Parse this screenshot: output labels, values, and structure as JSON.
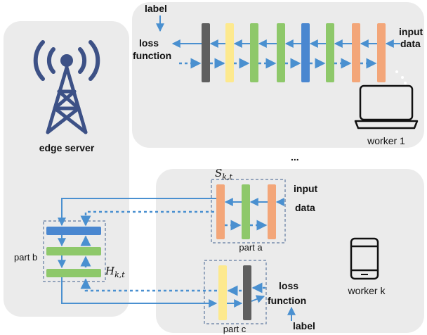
{
  "edge_server": {
    "label": "edge server",
    "part_b_label": "part b",
    "h_symbol": "H",
    "h_subscript": "k,t"
  },
  "worker1": {
    "label": "worker 1",
    "label_text": "label",
    "loss_line1": "loss",
    "loss_line2": "function",
    "input_line1": "input",
    "input_line2": "data"
  },
  "ellipsis": "...",
  "workerk": {
    "label": "worker k",
    "s_symbol": "S",
    "s_subscript": "k,t",
    "part_a_label": "part a",
    "part_c_label": "part c",
    "input_line1": "input",
    "input_line2": "data",
    "loss_line1": "loss",
    "loss_line2": "function",
    "label_text": "label"
  },
  "colors": {
    "arrow": "#4a90d0",
    "panel": "#ebebeb",
    "layer_gray": "#5f5f5f",
    "layer_yellow": "#fde98e",
    "layer_green": "#8ec86a",
    "layer_blue": "#4a87d0",
    "layer_orange": "#f3a679",
    "icon": "#3d5186"
  }
}
